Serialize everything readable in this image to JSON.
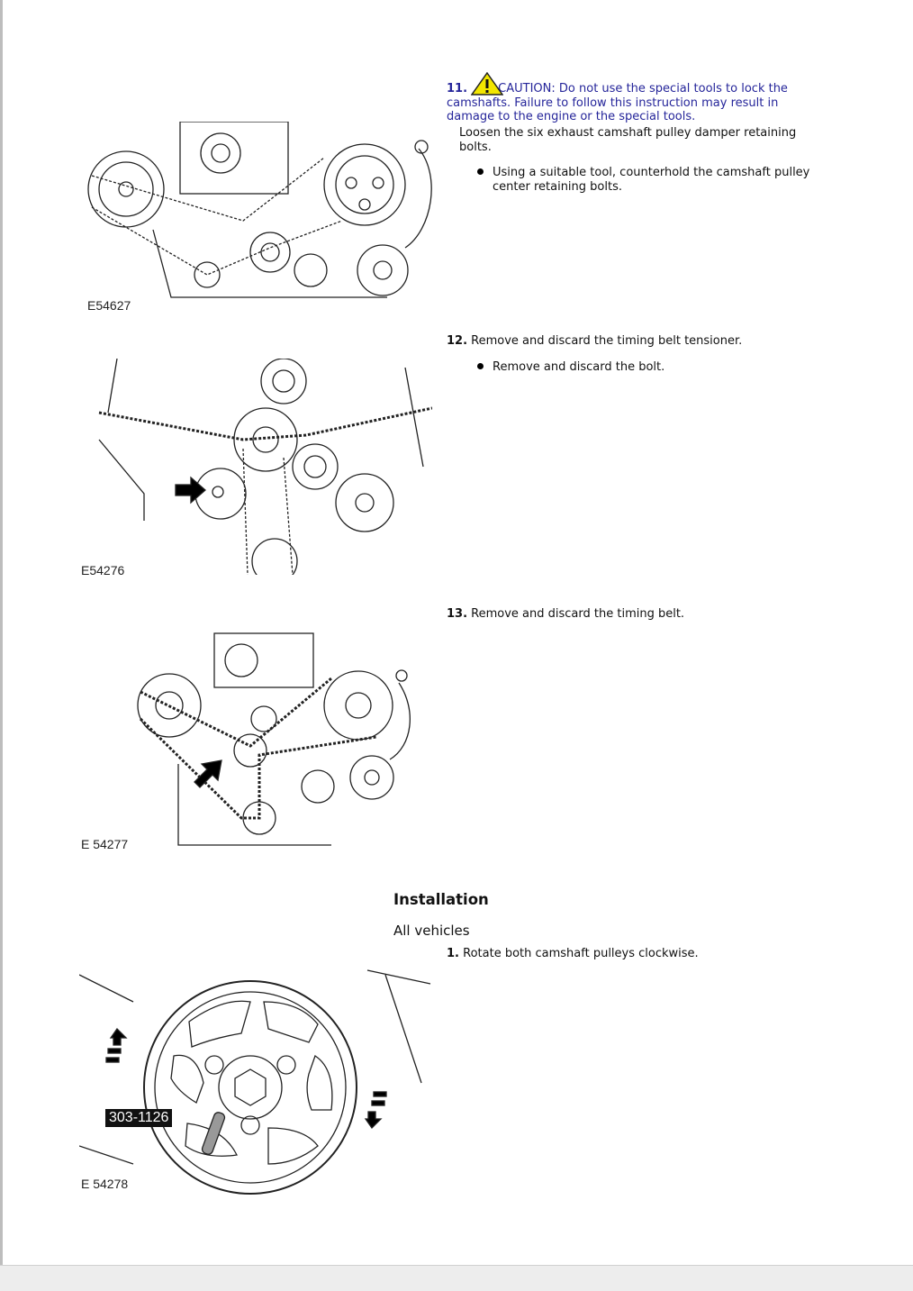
{
  "steps": [
    {
      "number": "11.",
      "caution": "CAUTION: Do not use the special tools to lock the camshafts. Failure to follow this instruction may result in damage to the engine or the special tools.",
      "caution_lines": [
        "CAUTION: Do not use the special tools to lock the",
        "camshafts. Failure to follow this instruction may result in",
        "damage to the engine or the special tools."
      ],
      "text_lines": [
        "Loosen the six exhaust camshaft pulley damper retaining",
        "bolts."
      ],
      "bullets": [
        [
          "Using a suitable tool, counterhold the camshaft pulley",
          "center retaining bolts."
        ]
      ],
      "figure": "E54627"
    },
    {
      "number": "12.",
      "text": "Remove and discard the timing belt tensioner.",
      "bullets": [
        "Remove and discard the bolt."
      ],
      "figure": "E54276"
    },
    {
      "number": "13.",
      "text": "Remove and discard the timing belt.",
      "figure": "E 54277"
    }
  ],
  "installation": {
    "heading": "Installation",
    "subheading": "All vehicles",
    "steps": [
      {
        "number": "1.",
        "text": "Rotate both camshaft pulleys clockwise.",
        "figure": "E 54278",
        "tool_label": "303-1126"
      }
    ]
  },
  "colors": {
    "caution_text": "#25259a",
    "warning_icon": "#f2e600"
  }
}
